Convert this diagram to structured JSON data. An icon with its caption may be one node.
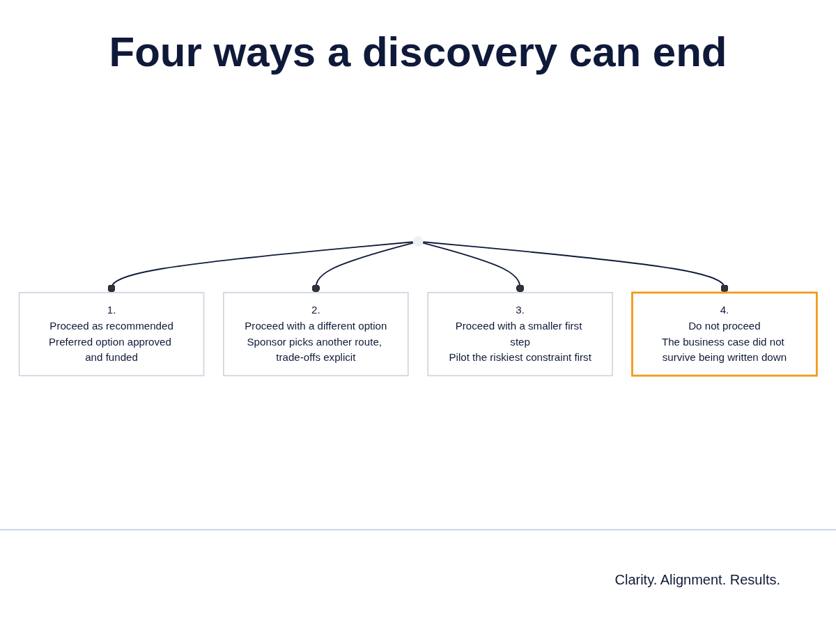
{
  "diagram": {
    "title": "Four ways a discovery can end",
    "nodes": [
      {
        "text": [],
        "shape": "circle"
      },
      {
        "text": [
          "1.",
          "Proceed as recommended",
          "Preferred option approved and funded"
        ]
      },
      {
        "text": [
          "2.",
          "Proceed with a different option",
          "Sponsor picks another route, trade-offs explicit"
        ]
      },
      {
        "text": [
          "3.",
          "Proceed with a smaller first step",
          "Pilot the riskiest constraint first"
        ]
      },
      {
        "text": [
          "4.",
          "Do not proceed",
          "The business case did not survive being written down"
        ]
      }
    ],
    "edges": [
      {
        "from": 0,
        "to": 1,
        "arrow": "other"
      },
      {
        "from": 0,
        "to": 2,
        "arrow": "other"
      },
      {
        "from": 0,
        "to": 3,
        "arrow": "other"
      },
      {
        "from": 0,
        "to": 4,
        "arrow": "other"
      }
    ],
    "labels": [
      "Clarity. Alignment. Results."
    ]
  }
}
